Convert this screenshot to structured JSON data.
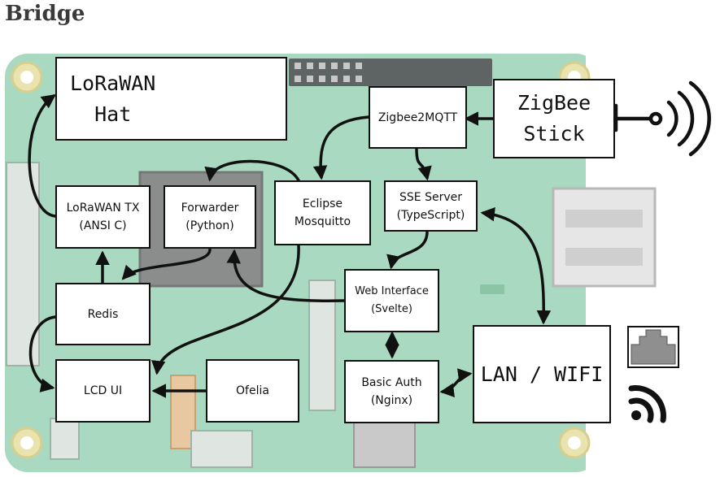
{
  "title": "Bridge",
  "colors": {
    "board": "#a9d9c0",
    "board_dark": "#8bc5a6",
    "chip": "#8a8d8c",
    "stroke": "#111111",
    "box_fill": "#ffffff"
  },
  "nodes": {
    "lorawan_hat": "LoRaWAN\nHat",
    "zigbee_stick": "ZigBee\nStick",
    "zigbee2mqtt": "Zigbee2MQTT",
    "lorawan_tx": "LoRaWAN TX\n(ANSI C)",
    "forwarder": "Forwarder\n(Python)",
    "mosquitto": "Eclipse\nMosquitto",
    "sse_server": "SSE Server\n(TypeScript)",
    "web_interface": "Web Interface\n(Svelte)",
    "redis": "Redis",
    "lcd_ui": "LCD UI",
    "ofelia": "Ofelia",
    "basic_auth": "Basic Auth\n(Nginx)",
    "lan_wifi": "LAN / WIFI"
  },
  "icons": [
    "radio-waves-icon",
    "antenna-icon",
    "ethernet-port-icon",
    "wifi-icon"
  ]
}
